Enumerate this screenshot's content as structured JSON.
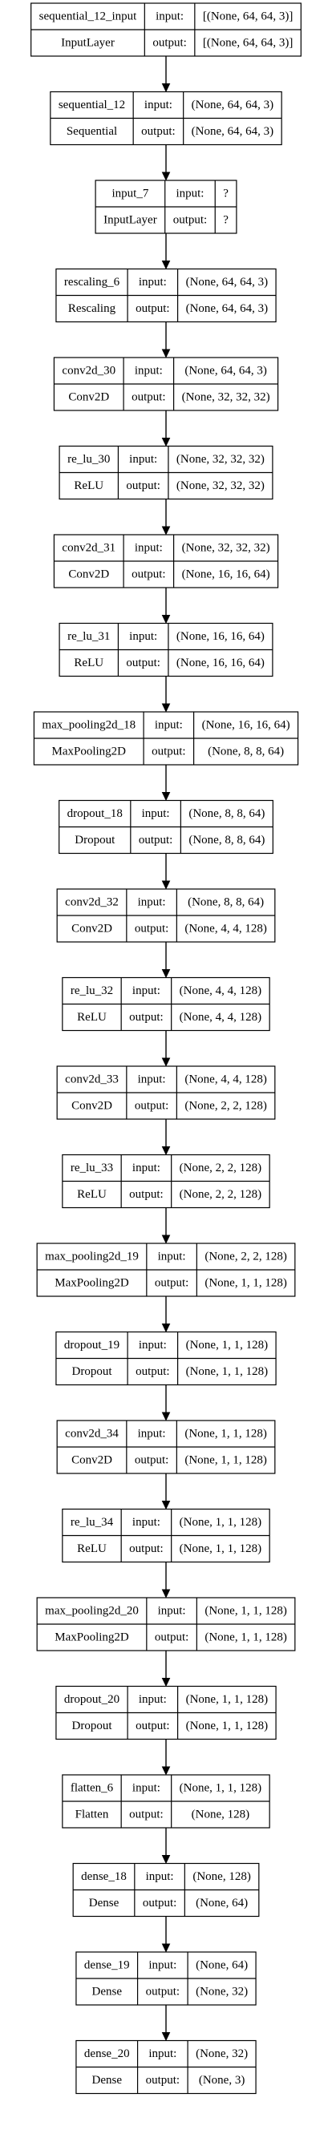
{
  "diagram": {
    "port_labels": {
      "input": "input:",
      "output": "output:"
    },
    "layers": [
      {
        "name": "sequential_12_input",
        "type": "InputLayer",
        "input": "[(None, 64, 64, 3)]",
        "output": "[(None, 64, 64, 3)]"
      },
      {
        "name": "sequential_12",
        "type": "Sequential",
        "input": "(None, 64, 64, 3)",
        "output": "(None, 64, 64, 3)"
      },
      {
        "name": "input_7",
        "type": "InputLayer",
        "input": "?",
        "output": "?"
      },
      {
        "name": "rescaling_6",
        "type": "Rescaling",
        "input": "(None, 64, 64, 3)",
        "output": "(None, 64, 64, 3)"
      },
      {
        "name": "conv2d_30",
        "type": "Conv2D",
        "input": "(None, 64, 64, 3)",
        "output": "(None, 32, 32, 32)"
      },
      {
        "name": "re_lu_30",
        "type": "ReLU",
        "input": "(None, 32, 32, 32)",
        "output": "(None, 32, 32, 32)"
      },
      {
        "name": "conv2d_31",
        "type": "Conv2D",
        "input": "(None, 32, 32, 32)",
        "output": "(None, 16, 16, 64)"
      },
      {
        "name": "re_lu_31",
        "type": "ReLU",
        "input": "(None, 16, 16, 64)",
        "output": "(None, 16, 16, 64)"
      },
      {
        "name": "max_pooling2d_18",
        "type": "MaxPooling2D",
        "input": "(None, 16, 16, 64)",
        "output": "(None, 8, 8, 64)"
      },
      {
        "name": "dropout_18",
        "type": "Dropout",
        "input": "(None, 8, 8, 64)",
        "output": "(None, 8, 8, 64)"
      },
      {
        "name": "conv2d_32",
        "type": "Conv2D",
        "input": "(None, 8, 8, 64)",
        "output": "(None, 4, 4, 128)"
      },
      {
        "name": "re_lu_32",
        "type": "ReLU",
        "input": "(None, 4, 4, 128)",
        "output": "(None, 4, 4, 128)"
      },
      {
        "name": "conv2d_33",
        "type": "Conv2D",
        "input": "(None, 4, 4, 128)",
        "output": "(None, 2, 2, 128)"
      },
      {
        "name": "re_lu_33",
        "type": "ReLU",
        "input": "(None, 2, 2, 128)",
        "output": "(None, 2, 2, 128)"
      },
      {
        "name": "max_pooling2d_19",
        "type": "MaxPooling2D",
        "input": "(None, 2, 2, 128)",
        "output": "(None, 1, 1, 128)"
      },
      {
        "name": "dropout_19",
        "type": "Dropout",
        "input": "(None, 1, 1, 128)",
        "output": "(None, 1, 1, 128)"
      },
      {
        "name": "conv2d_34",
        "type": "Conv2D",
        "input": "(None, 1, 1, 128)",
        "output": "(None, 1, 1, 128)"
      },
      {
        "name": "re_lu_34",
        "type": "ReLU",
        "input": "(None, 1, 1, 128)",
        "output": "(None, 1, 1, 128)"
      },
      {
        "name": "max_pooling2d_20",
        "type": "MaxPooling2D",
        "input": "(None, 1, 1, 128)",
        "output": "(None, 1, 1, 128)"
      },
      {
        "name": "dropout_20",
        "type": "Dropout",
        "input": "(None, 1, 1, 128)",
        "output": "(None, 1, 1, 128)"
      },
      {
        "name": "flatten_6",
        "type": "Flatten",
        "input": "(None, 1, 1, 128)",
        "output": "(None, 128)"
      },
      {
        "name": "dense_18",
        "type": "Dense",
        "input": "(None, 128)",
        "output": "(None, 64)"
      },
      {
        "name": "dense_19",
        "type": "Dense",
        "input": "(None, 64)",
        "output": "(None, 32)"
      },
      {
        "name": "dense_20",
        "type": "Dense",
        "input": "(None, 32)",
        "output": "(None, 3)"
      }
    ]
  }
}
